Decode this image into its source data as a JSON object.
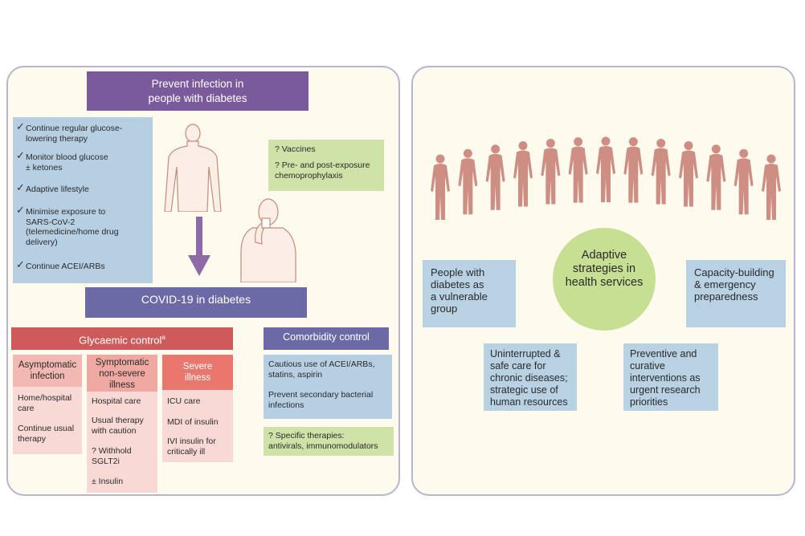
{
  "left": {
    "prevent_header": "Prevent infection in\npeople with diabetes",
    "checklist": [
      "Continue regular glucose-\nlowering therapy",
      "Monitor blood glucose\n± ketones",
      "Adaptive lifestyle",
      "Minimise exposure to\nSARS-CoV-2\n(telemedicine/home drug\ndelivery)",
      "Continue ACEI/ARBs"
    ],
    "checkmark": "✓",
    "green_top": [
      "? Vaccines",
      "? Pre- and post-exposure\nchemoprophylaxis"
    ],
    "covid_header": "COVID-19 in diabetes",
    "glycaemic_header": "Glycaemic control",
    "glycaemic_sup": "a",
    "columns": [
      {
        "title": "Asymptomatic\ninfection",
        "items": [
          "Home/hospital\ncare",
          "Continue usual\ntherapy"
        ]
      },
      {
        "title": "Symptomatic\nnon-severe\nillness",
        "items": [
          "Hospital care",
          "Usual therapy\nwith caution",
          "? Withhold\nSGLT2i",
          "± Insulin"
        ]
      },
      {
        "title": "Severe\nillness",
        "items": [
          "ICU care",
          "MDI of insulin",
          "IVI insulin for\ncritically ill"
        ]
      }
    ],
    "comorbidity_header": "Comorbidity control",
    "comorbidity_items": [
      "Cautious use of ACEI/ARBs,\nstatins, aspirin",
      "Prevent secondary bacterial\ninfections"
    ],
    "specific_therapies": "? Specific therapies:\nantivirals, immunomodulators"
  },
  "right": {
    "center": "Adaptive\nstrategies in\nhealth services",
    "vulnerable": "People with\ndiabetes as\na vulnerable\ngroup",
    "capacity": "Capacity-building\n& emergency\npreparedness",
    "uninterrupted": "Uninterrupted &\nsafe care for\nchronic diseases;\nstrategic use of\nhuman resources",
    "preventive": "Preventive and\ncurative\ninterventions as\nurgent research\npriorities"
  },
  "colors": {
    "purple": "#7b5a9c",
    "navy": "#6b6aa6",
    "blue": "#b7cfe2",
    "green": "#cfe3a8",
    "red": "#cd5b5b",
    "pink": "#f8d9d6",
    "figure": "#cf8e83"
  }
}
